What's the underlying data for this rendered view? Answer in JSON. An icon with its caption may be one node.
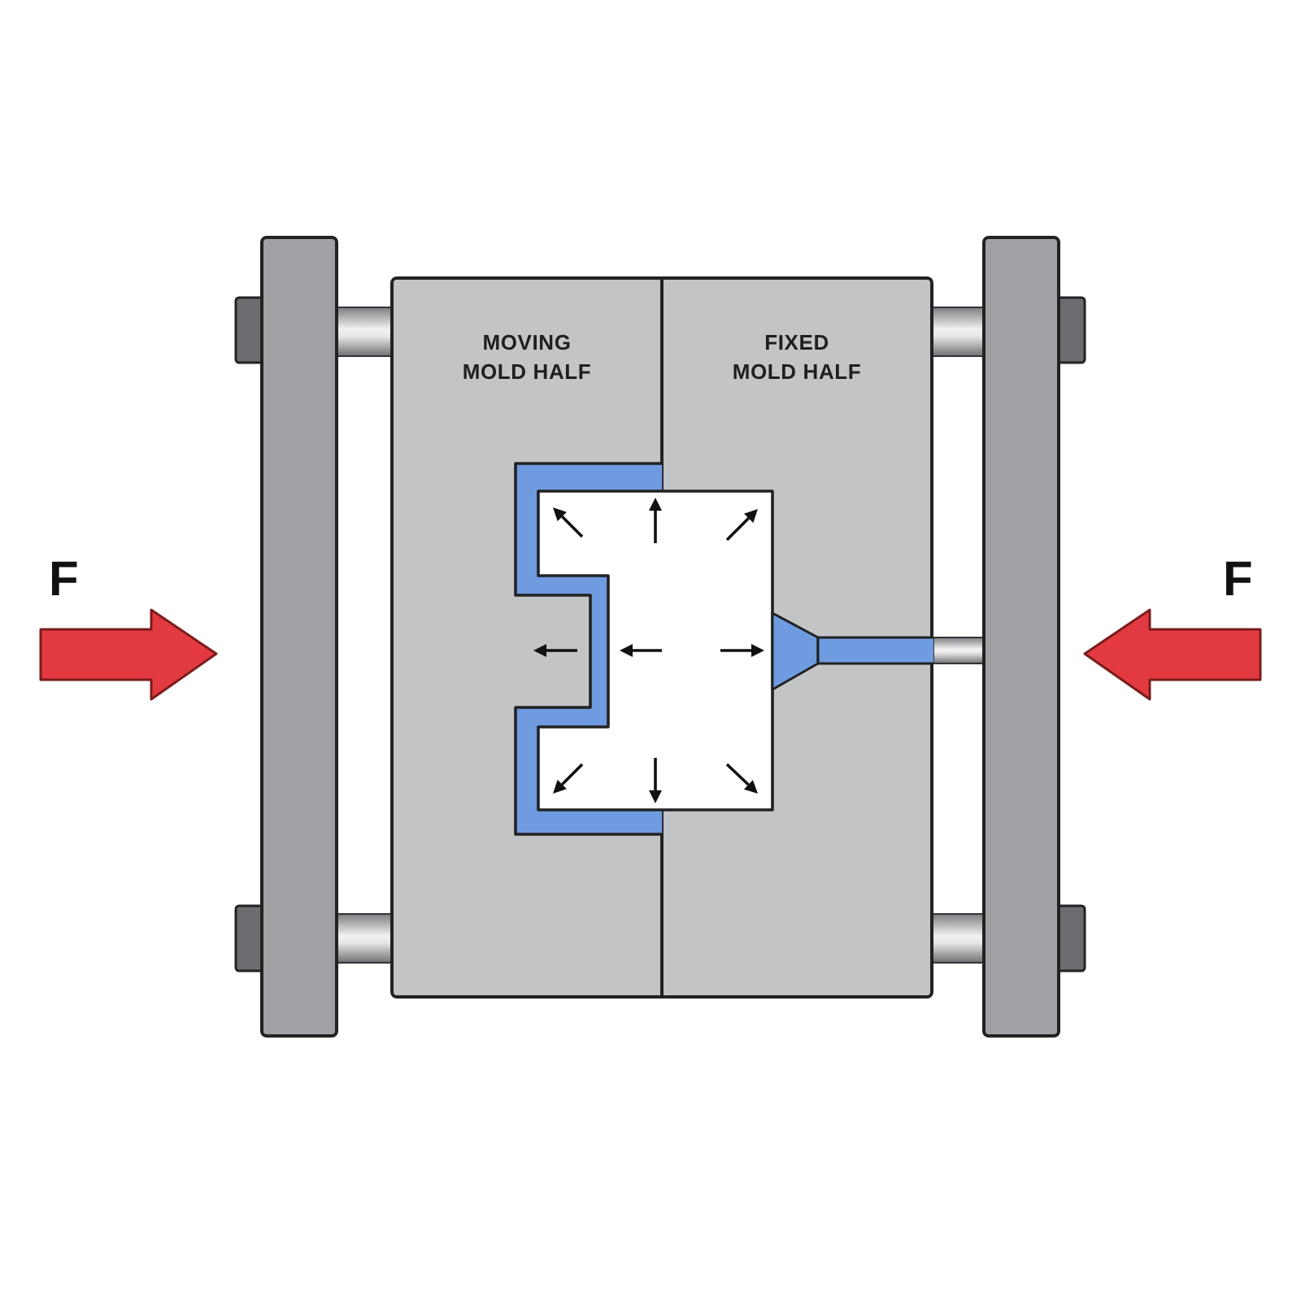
{
  "diagram": {
    "nodes": [
      {
        "text": [],
        "shape": "bar"
      },
      {
        "text": [
          "MOVING MOLD HALF"
        ]
      },
      {
        "text": [
          "FIXED MOLD HALF"
        ]
      },
      {
        "text": [],
        "shape": "bar"
      }
    ],
    "labels": [
      "F",
      "F"
    ]
  }
}
